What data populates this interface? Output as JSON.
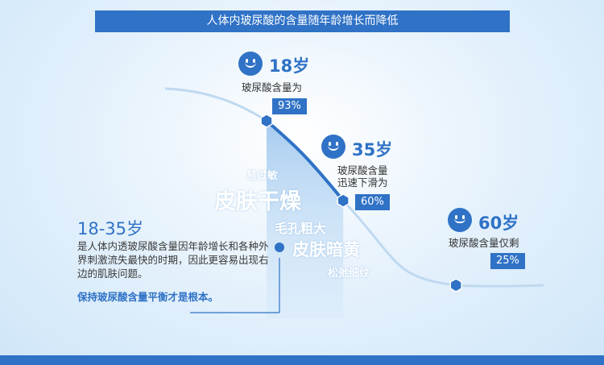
{
  "title": "人体内玻尿酸的含量随年龄增长而降低",
  "colors": {
    "accent": "#2f72c6",
    "curve": "#bfd9f0",
    "drop": "#2f72c6",
    "shade": "#a9cdef"
  },
  "chart_data": {
    "type": "line",
    "title": "人体内玻尿酸的含量随年龄增长而降低",
    "x": [
      18,
      35,
      60
    ],
    "values": [
      93,
      60,
      25
    ],
    "unit": "%",
    "points": [
      {
        "age": "18岁",
        "desc": [
          "玻尿酸含量为"
        ],
        "value": "93%",
        "face": "smile-icon"
      },
      {
        "age": "35岁",
        "desc": [
          "玻尿酸含量",
          "迅速下滑为"
        ],
        "value": "60%",
        "face": "smile-icon"
      },
      {
        "age": "60岁",
        "desc": [
          "玻尿酸含量仅剩"
        ],
        "value": "25%",
        "face": "neutral-face-icon"
      }
    ],
    "annotations": [
      "易过敏",
      "皮肤干燥",
      "毛孔粗大",
      "皮肤暗黄",
      "松弛细纹"
    ]
  },
  "range_note": {
    "title": "18-35岁",
    "desc": "是人体内透玻尿酸含量因年龄增长和各种外界刺激流失最快的时期，因此更容易出现右边的肌肤问题。",
    "emphasis": "保持玻尿酸含量平衡才是根本。"
  }
}
